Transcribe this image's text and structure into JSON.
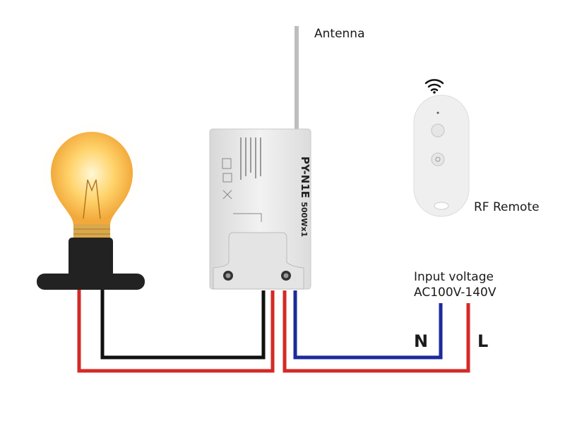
{
  "labels": {
    "antenna": "Antenna",
    "rf_remote": "RF Remote",
    "input_voltage": "Input voltage",
    "voltage_range": "AC100V-140V",
    "neutral": "N",
    "live": "L"
  },
  "module": {
    "model": "PY-N1E",
    "rating": "500Wx1"
  },
  "colors": {
    "live_wire": "#d42a25",
    "neutral_wire": "#1c2a9c",
    "switched_wire": "#111111",
    "bulb_glow": "#ffd36b",
    "lamp_base": "#222222",
    "module_body": "#e9e9e9"
  }
}
